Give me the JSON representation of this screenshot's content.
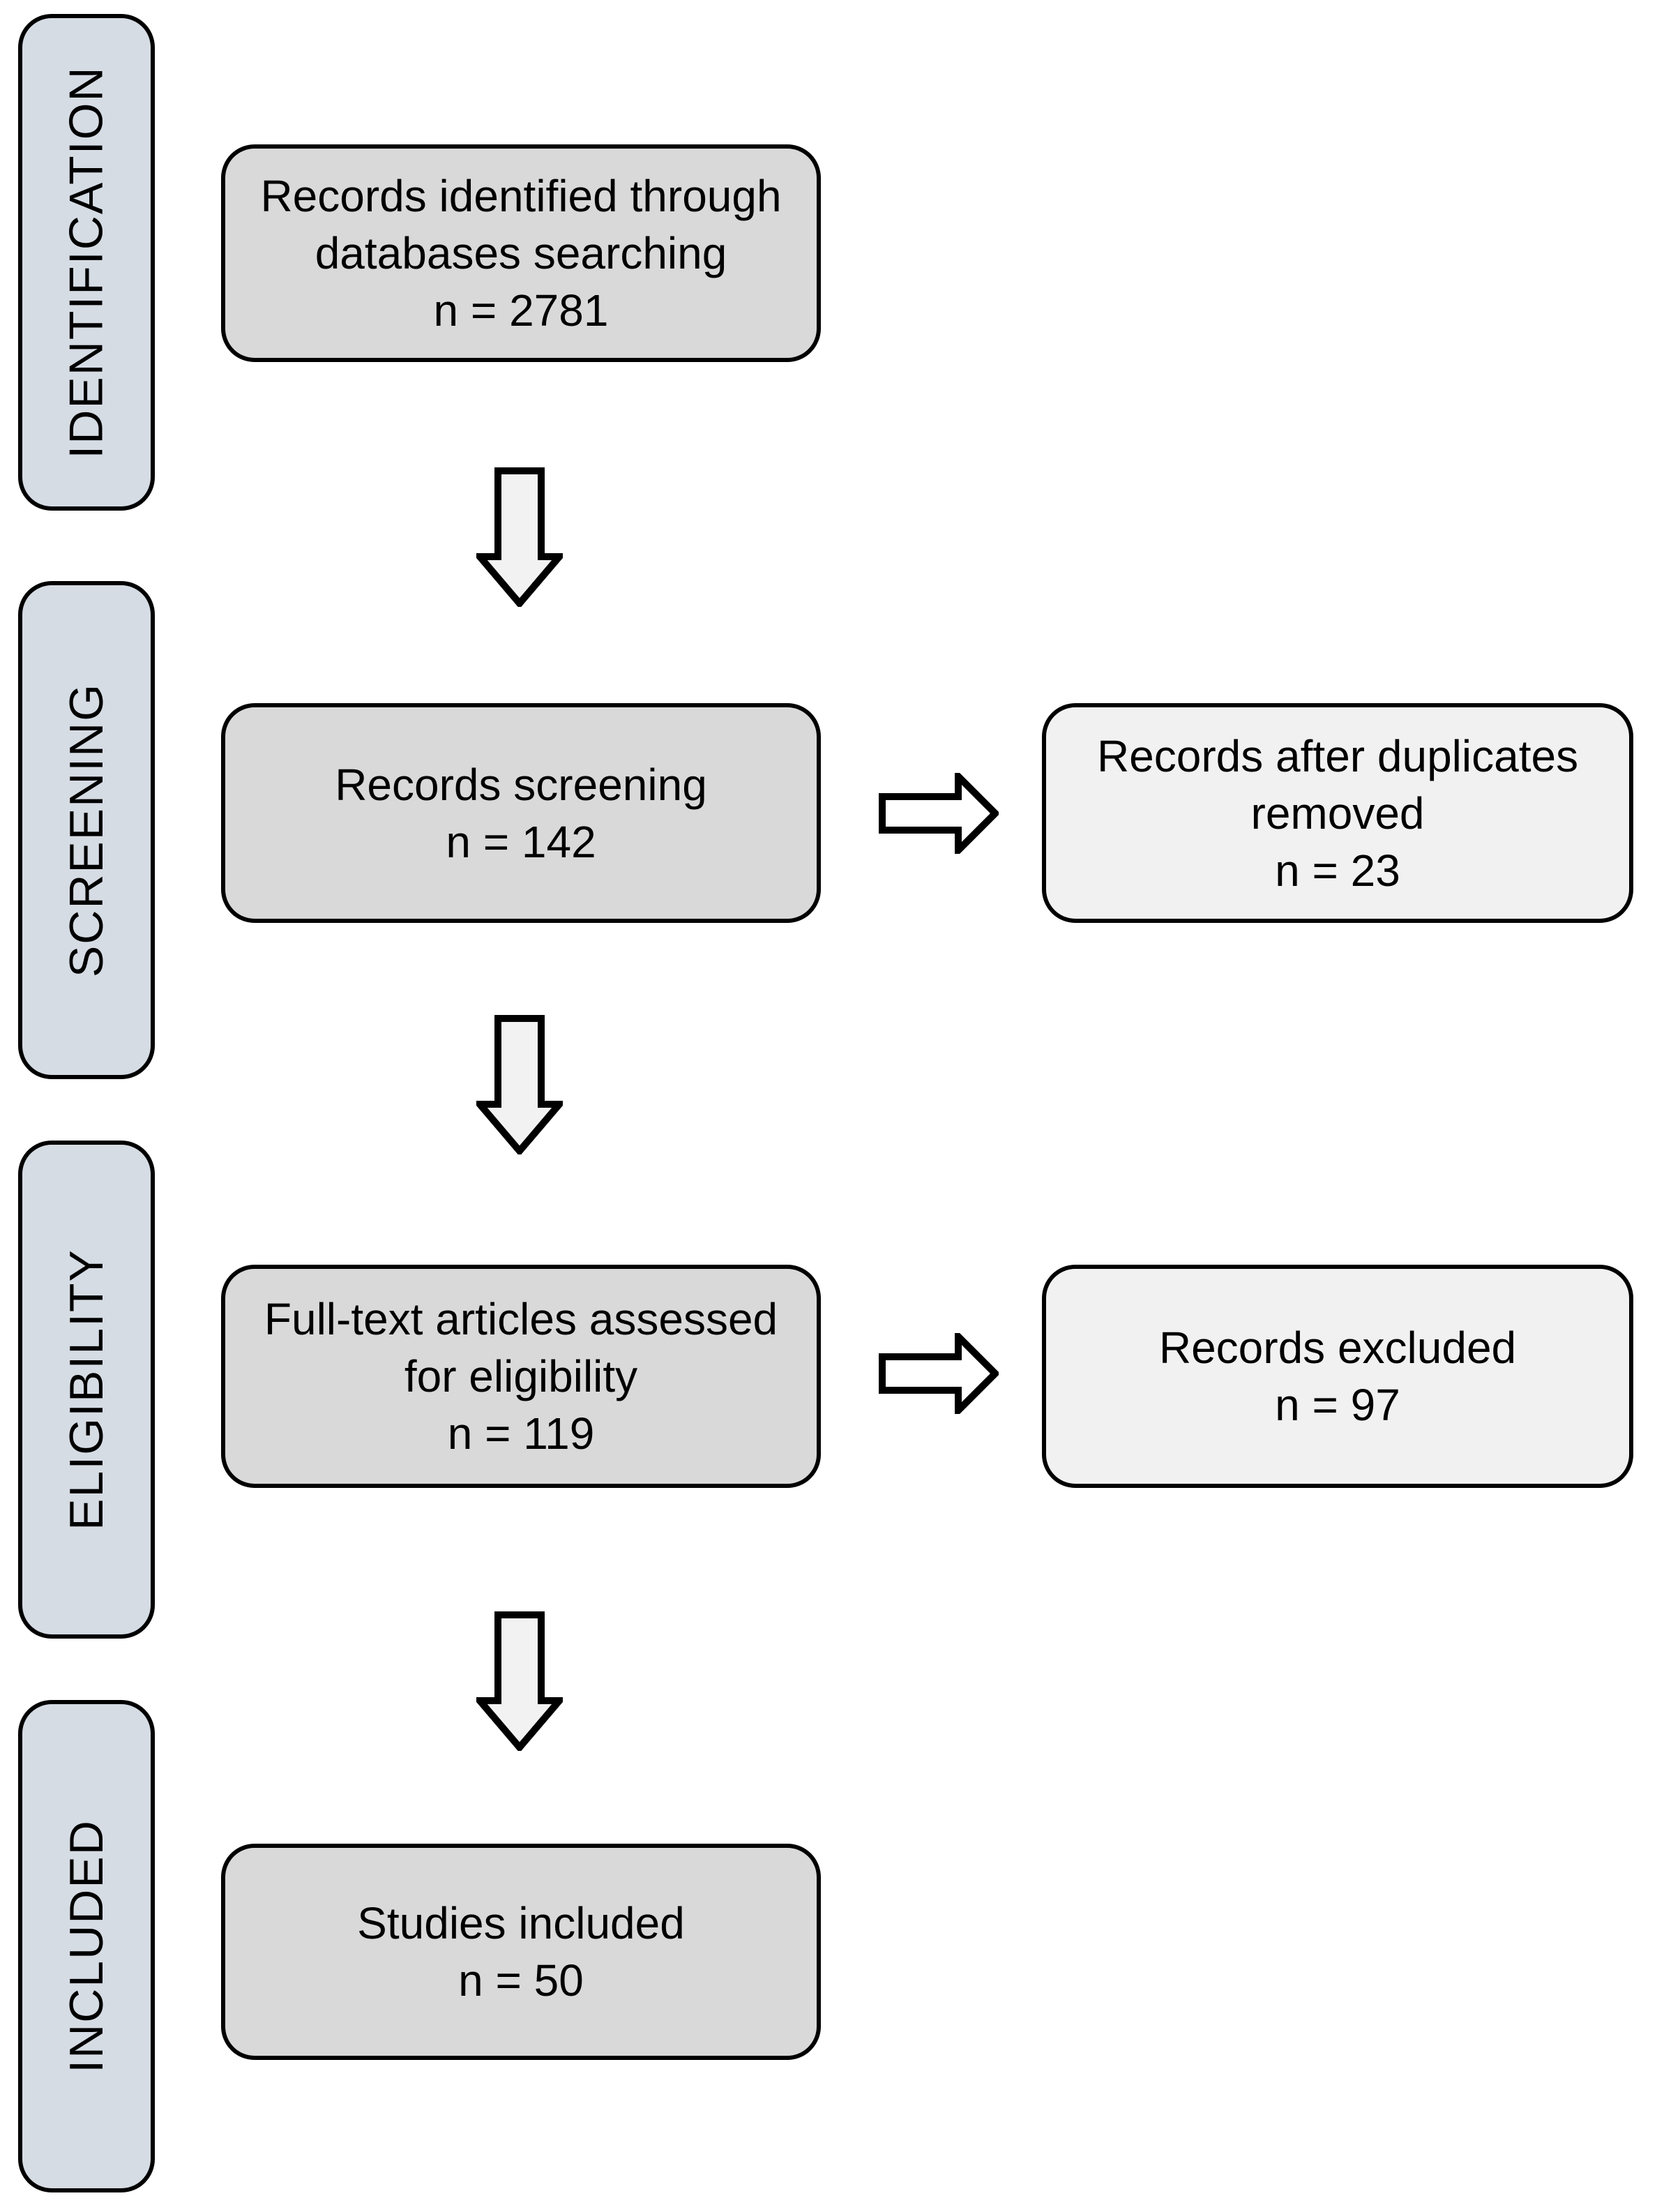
{
  "diagram": {
    "type": "prisma-flowchart",
    "colors": {
      "background": "#ffffff",
      "stage_box_fill": "#d6dce4",
      "main_box_fill": "#d9d9d9",
      "side_box_fill": "#f1f1f1",
      "down_arrow_fill": "#f2f2f2",
      "right_arrow_fill": "#ffffff",
      "border": "#000000",
      "text": "#000000"
    },
    "stages": [
      {
        "label": "IDENTIFICATION"
      },
      {
        "label": "SCREENING"
      },
      {
        "label": "ELIGIBILITY"
      },
      {
        "label": "INCLUDED"
      }
    ],
    "main_boxes": [
      {
        "lines": [
          "Records identified through",
          "databases searching",
          "n = 2781"
        ]
      },
      {
        "lines": [
          "Records screening",
          "n = 142"
        ]
      },
      {
        "lines": [
          "Full-text articles assessed",
          "for eligibility",
          "n = 119"
        ]
      },
      {
        "lines": [
          "Studies included",
          "n = 50"
        ]
      }
    ],
    "side_boxes": [
      {
        "lines": [
          "Records after duplicates",
          "removed",
          "n = 23"
        ]
      },
      {
        "lines": [
          "Records excluded",
          "n = 97"
        ]
      }
    ],
    "counts": {
      "records_identified": 2781,
      "records_screening": 142,
      "records_after_duplicates_removed": 23,
      "fulltext_assessed": 119,
      "records_excluded": 97,
      "studies_included": 50
    }
  }
}
